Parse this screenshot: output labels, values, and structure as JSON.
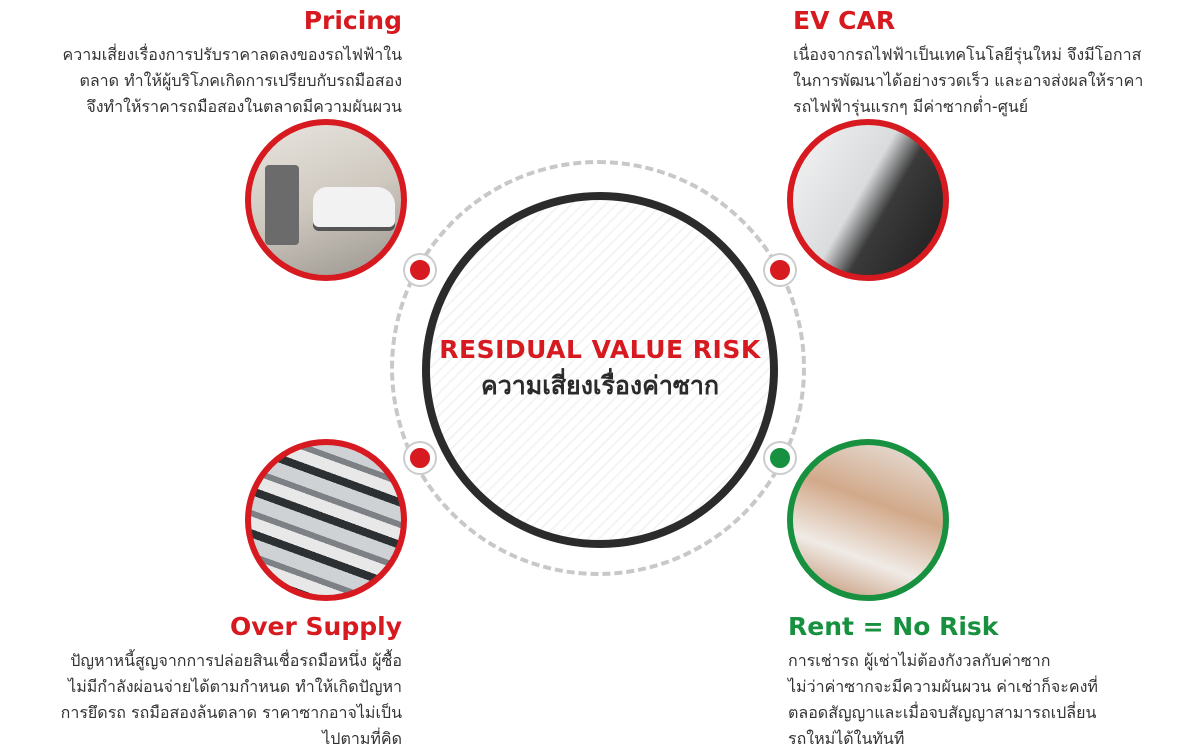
{
  "center": {
    "title_en": "RESIDUAL VALUE RISK",
    "title_th": "ความเสี่ยงเรื่องค่าซาก"
  },
  "pricing": {
    "title": "Pricing",
    "lines": [
      "ความเสี่ยงเรื่องการปรับราคาลดลงของรถไฟฟ้าใน",
      "ตลาด ทำให้ผู้บริโภคเกิดการเปรียบกับรถมือสอง",
      "จึงทำให้ราคารถมือสองในตลาดมีความผันผวน"
    ]
  },
  "ev_car": {
    "title": "EV CAR",
    "lines": [
      "เนื่องจากรถไฟฟ้าเป็นเทคโนโลยีรุ่นใหม่ จึงมีโอกาส",
      "ในการพัฒนาได้อย่างรวดเร็ว และอาจส่งผลให้ราคา",
      "รถไฟฟ้ารุ่นแรกๆ มีค่าซากต่ำ-ศูนย์"
    ]
  },
  "over_supply": {
    "title": "Over Supply",
    "lines": [
      "ปัญหาหนี้สูญจากการปล่อยสินเชื่อรถมือหนึ่ง ผู้ซื้อ",
      "ไม่มีกำลังผ่อนจ่ายได้ตามกำหนด ทำให้เกิดปัญหา",
      "การยึดรถ รถมือสองล้นตลาด ราคาซากอาจไม่เป็น",
      "ไปตามที่คิด"
    ]
  },
  "rent": {
    "title": "Rent = No Risk",
    "lines": [
      "การเช่ารถ ผู้เช่าไม่ต้องกังวลกับค่าซาก",
      "ไม่ว่าค่าซากจะมีความผันผวน ค่าเช่าก็จะคงที่",
      "ตลอดสัญญาและเมื่อจบสัญญาสามารถเปลี่ยน",
      "รถใหม่ได้ในทันที"
    ]
  },
  "colors": {
    "red": "#d71920",
    "green": "#17903f",
    "dark": "#2b2b2b"
  }
}
